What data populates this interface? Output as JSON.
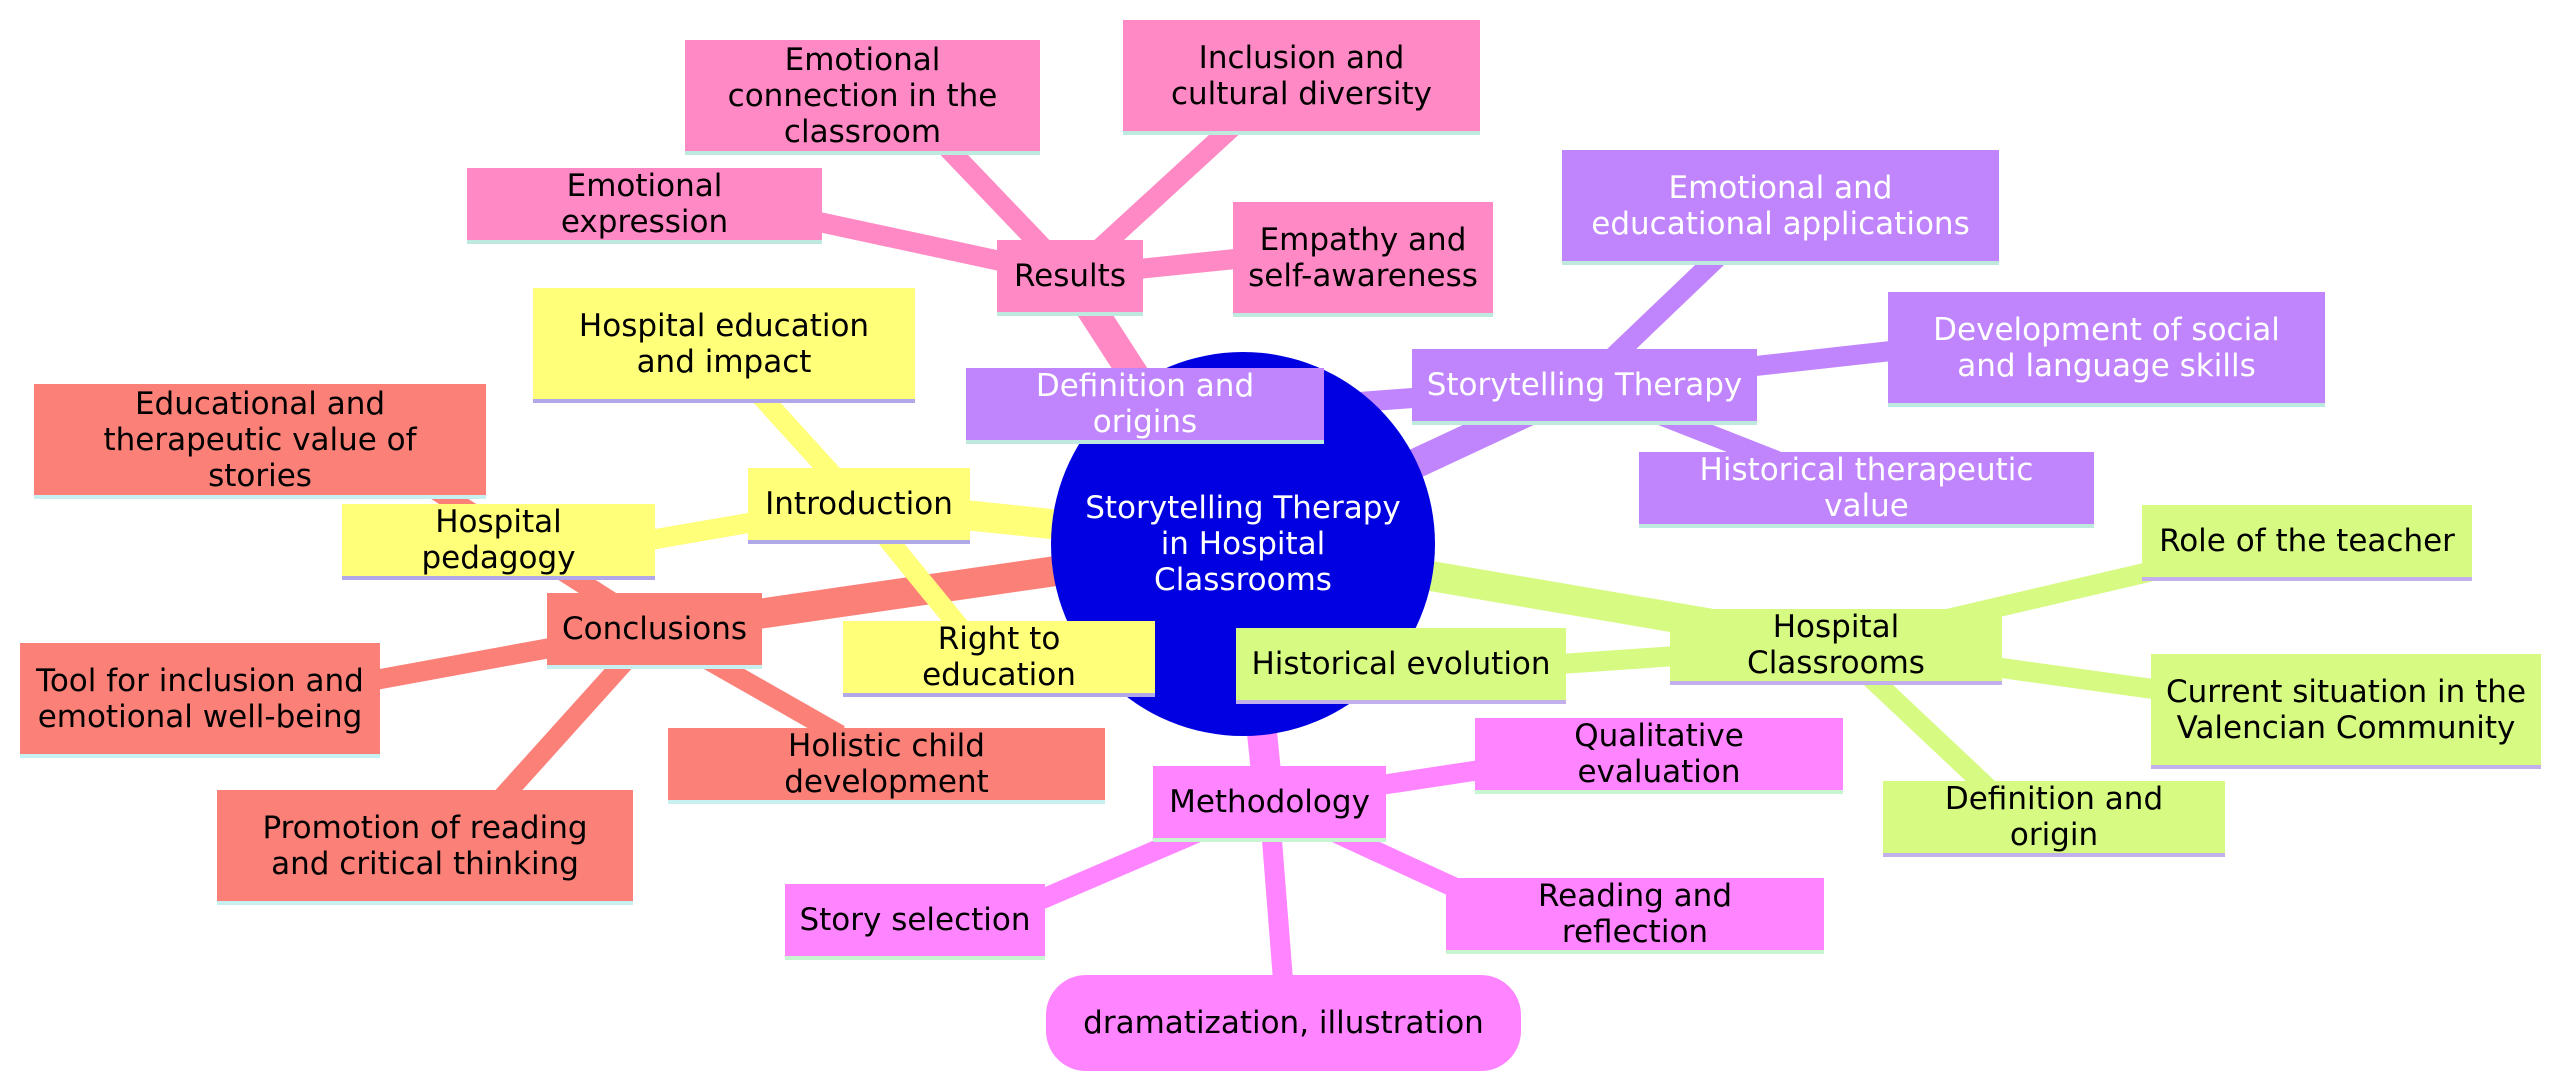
{
  "root": {
    "label": "Storytelling Therapy in Hospital Classrooms",
    "color": "#0000e0"
  },
  "branches": {
    "results": {
      "label": "Results",
      "color": "#ff89c4",
      "children": [
        "Emotional connection in the classroom",
        "Inclusion and cultural diversity",
        "Emotional expression",
        "Empathy and self-awareness",
        "Definition and origins"
      ]
    },
    "storytelling_therapy": {
      "label": "Storytelling Therapy",
      "color": "#c084fc",
      "children": [
        "Emotional and educational applications",
        "Development of social and language skills",
        "Historical therapeutic value"
      ]
    },
    "introduction": {
      "label": "Introduction",
      "color": "#ffff7a",
      "children": [
        "Hospital education and impact",
        "Hospital pedagogy",
        "Right to education"
      ]
    },
    "hospital_classrooms": {
      "label": "Hospital Classrooms",
      "color": "#d6fa82",
      "children": [
        "Role of the teacher",
        "Current situation in the Valencian Community",
        "Definition and origin",
        "Historical evolution"
      ]
    },
    "methodology": {
      "label": "Methodology",
      "color": "#ff84ff",
      "children": [
        "Qualitative evaluation",
        "Reading and reflection",
        "dramatization, illustration",
        "Story selection"
      ]
    },
    "conclusions": {
      "label": "Conclusions",
      "color": "#fa8078",
      "children": [
        "Educational and therapeutic value of stories",
        "Tool for inclusion and emotional well-being",
        "Promotion of reading and critical thinking",
        "Holistic child development"
      ]
    }
  }
}
